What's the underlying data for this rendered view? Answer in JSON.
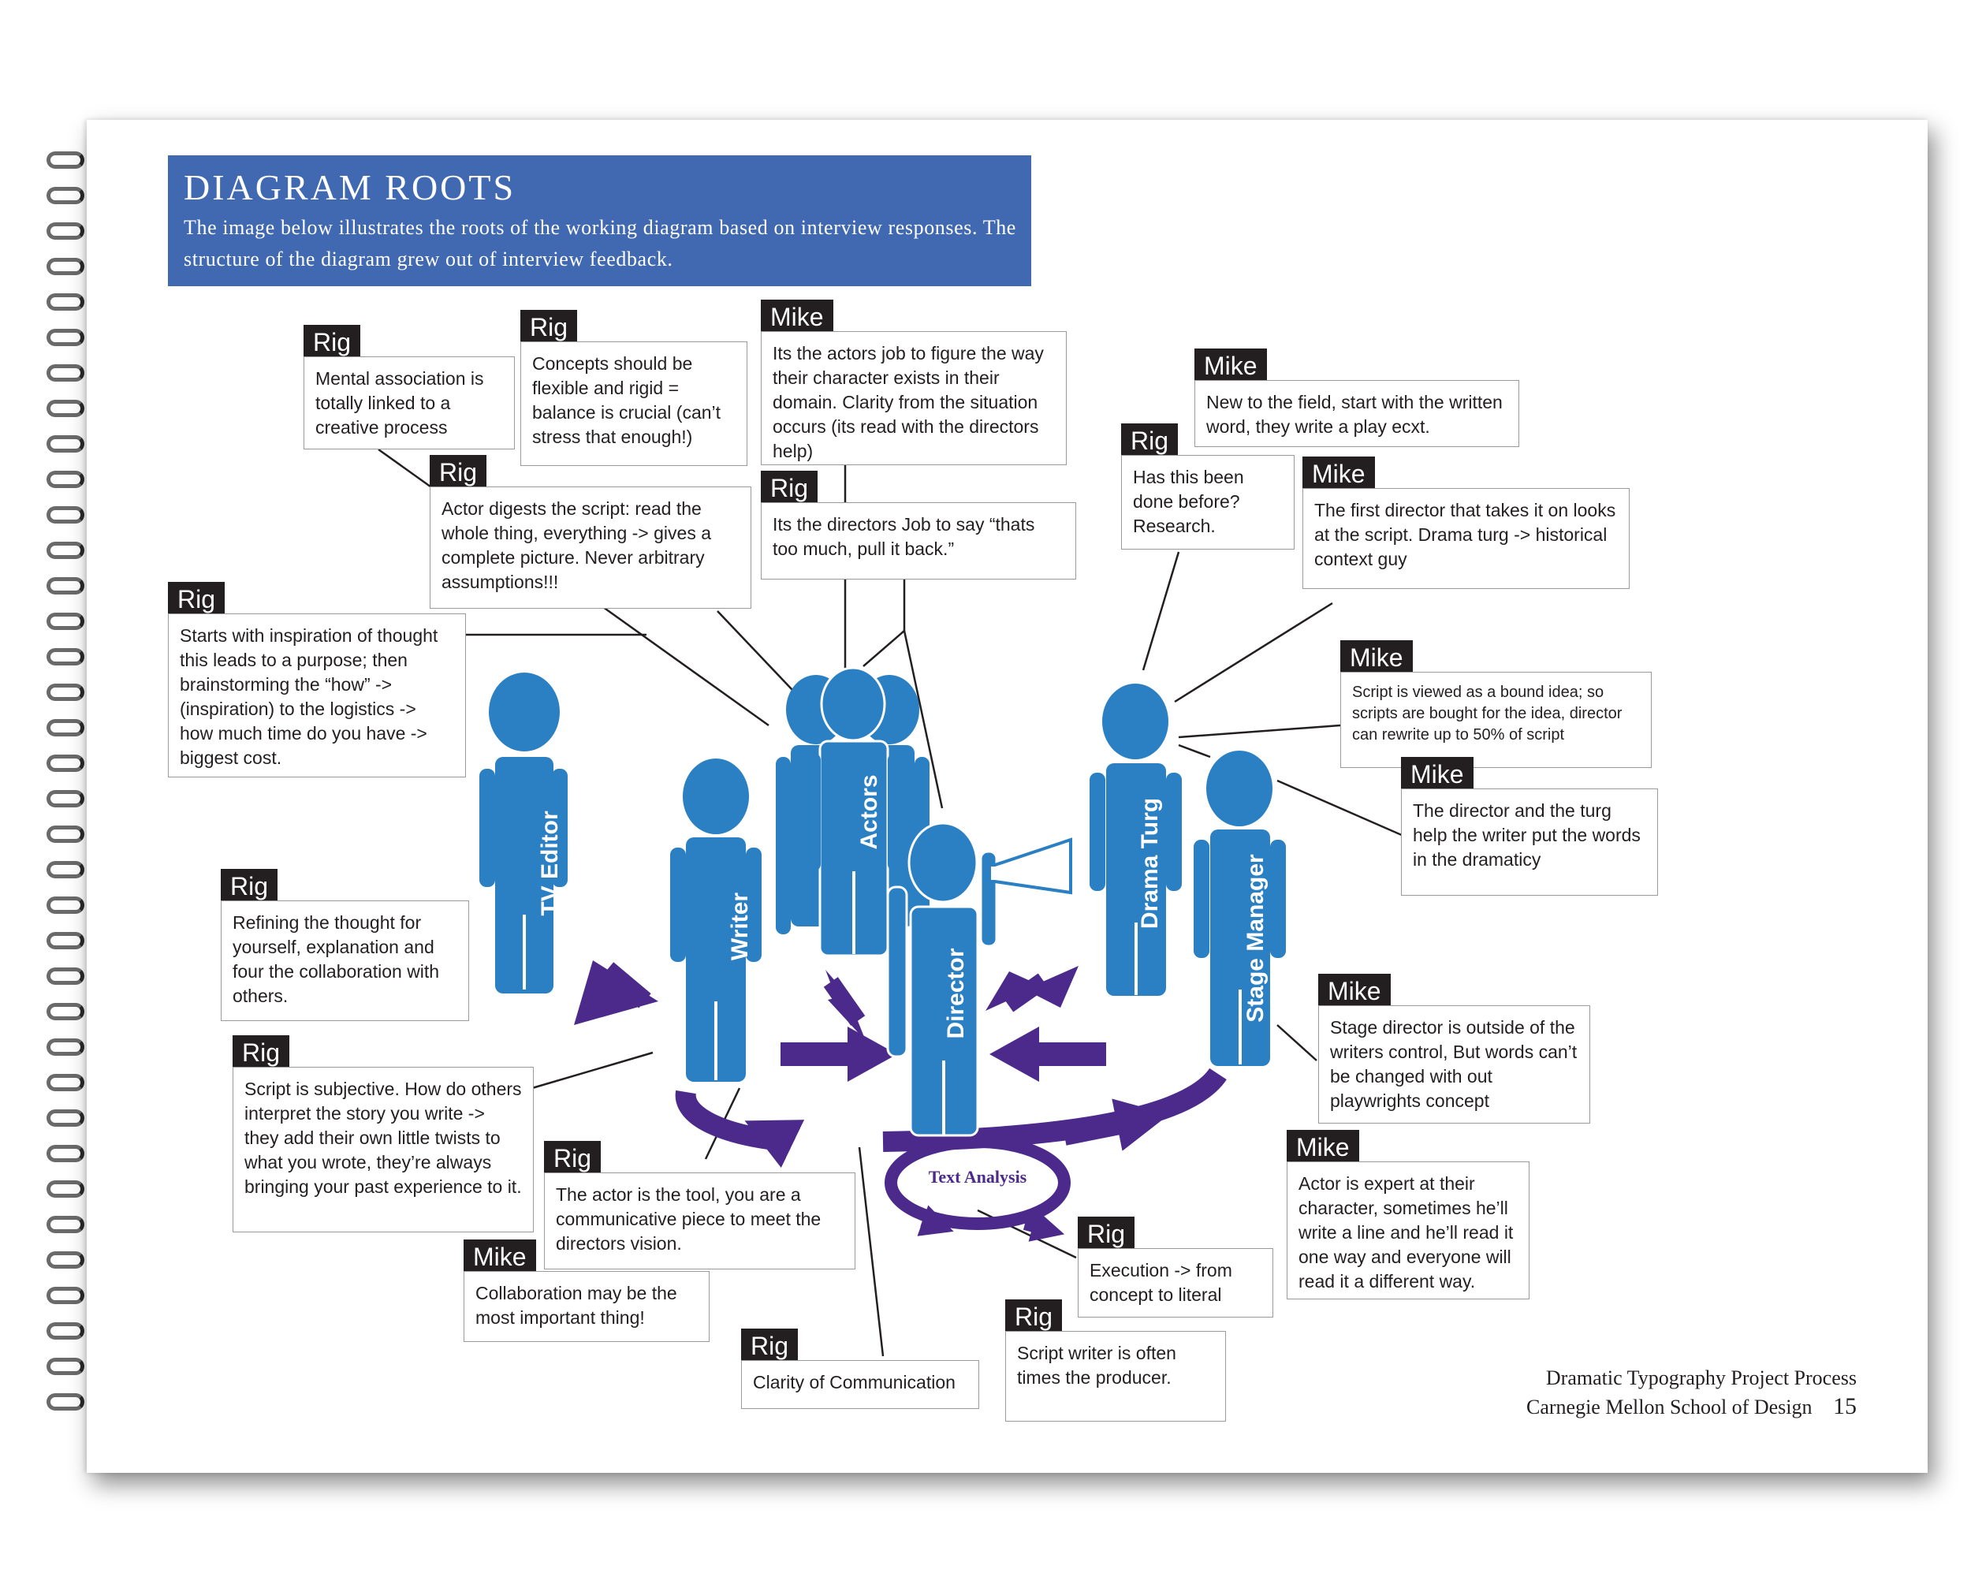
{
  "header": {
    "title": "DIAGRAM ROOTS",
    "description": "The image below illustrates the roots of the working diagram based on interview responses. The structure of the diagram grew out of interview feedback."
  },
  "figures": {
    "tv_editor": "TV Editor",
    "writer": "Writer",
    "actors": "Actors",
    "director": "Director",
    "drama_turg": "Drama Turg",
    "stage_manager": "Stage Manager",
    "text_analysis": "Text Analysis"
  },
  "notes": [
    {
      "speaker": "Rig",
      "text": "Mental association is totally linked to a creative process"
    },
    {
      "speaker": "Rig",
      "text": "Concepts should be flexible and rigid = balance is crucial (can’t stress that enough!)"
    },
    {
      "speaker": "Mike",
      "text": "Its the actors job to figure the way their character exists in their domain. Clarity from the situation occurs  (its read with the directors help)"
    },
    {
      "speaker": "Mike",
      "text": "New to the field, start with the written word, they write a play ecxt."
    },
    {
      "speaker": "Rig",
      "text": "Actor digests the script: read the whole thing, everything -> gives a complete picture. Never arbitrary assumptions!!!"
    },
    {
      "speaker": "Rig",
      "text": "Its the directors Job to say “thats too much, pull it back.”"
    },
    {
      "speaker": "Rig",
      "text": "Has this been done before? Research."
    },
    {
      "speaker": "Mike",
      "text": "The first director that takes it on looks at the script. Drama turg -> historical context guy"
    },
    {
      "speaker": "Rig",
      "text": "Starts with inspiration of thought this leads to a purpose; then brainstorming the “how” -> (inspiration) to the logistics -> how much time do you have -> biggest cost."
    },
    {
      "speaker": "Mike",
      "text": "Script is viewed as a bound idea; so scripts are bought for the idea, director can rewrite up to 50% of script"
    },
    {
      "speaker": "Mike",
      "text": "The director and the turg help the writer put the words in the dramaticy"
    },
    {
      "speaker": "Rig",
      "text": "Refining the thought for yourself, explanation and four the collaboration with others."
    },
    {
      "speaker": "Mike",
      "text": "Stage director is outside of the writers control, But words can’t be changed with out playwrights concept"
    },
    {
      "speaker": "Rig",
      "text": "Script is subjective. How do others interpret the story you write -> they add their own little twists to what you wrote, they’re always bringing your past experience to it."
    },
    {
      "speaker": "Rig",
      "text": "The actor is the tool, you are a communicative piece to meet the directors vision."
    },
    {
      "speaker": "Mike",
      "text": "Actor is expert at their character, sometimes he’ll write a line and he’ll read it one way and everyone will read it a different way."
    },
    {
      "speaker": "Rig",
      "text": "Execution -> from concept to literal"
    },
    {
      "speaker": "Mike",
      "text": "Collaboration may be the most important thing!"
    },
    {
      "speaker": "Rig",
      "text": "Script writer is often times the producer."
    },
    {
      "speaker": "Rig",
      "text": "Clarity of Communication"
    }
  ],
  "footer": {
    "line1": "Dramatic Typography Project Process",
    "line2": "Carnegie Mellon School of Design",
    "page_number": "15"
  },
  "colors": {
    "header_bg": "#4069b1",
    "figure_blue": "#2b7fc3",
    "arrow_purple": "#4b2a8c",
    "tag_bg": "#231f20"
  }
}
